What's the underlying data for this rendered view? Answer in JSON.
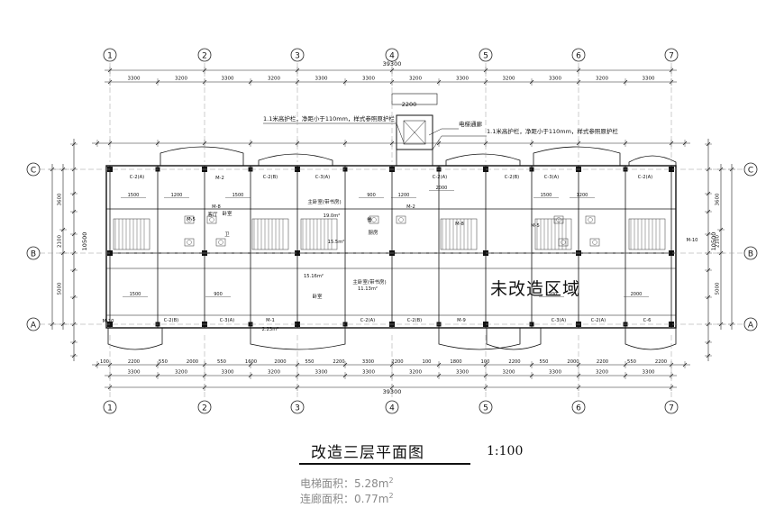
{
  "drawing": {
    "title": "改造三层平面图",
    "scale": "1:100",
    "elevator_area_label": "电梯面积：",
    "elevator_area_value": "5.28m",
    "corridor_area_label": "连廊面积：",
    "corridor_area_value": "0.77m",
    "area_unit_sup": "2",
    "unrenovated_zone": "未改造区域"
  },
  "grid": {
    "columns": [
      "1",
      "2",
      "3",
      "4",
      "5",
      "6",
      "7"
    ],
    "rows": [
      "C",
      "B",
      "A"
    ]
  },
  "dimensions": {
    "top_bays": [
      "3300",
      "3200",
      "3300",
      "3200",
      "3300",
      "3300",
      "3200"
    ],
    "top_total": "39300",
    "bottom_bays": [
      "3300",
      "3200",
      "3300",
      "3200",
      "3300",
      "3300",
      "3200"
    ],
    "bottom_total": "39300",
    "bottom_detail": [
      "100",
      "2200",
      "550",
      "2000",
      "550",
      "1600",
      "2000",
      "550",
      "2200",
      "3300",
      "2200",
      "100",
      "1800",
      "100",
      "2200",
      "550",
      "2000",
      "2200",
      "550",
      "2200"
    ],
    "left_outer": [
      "3600",
      "2100",
      "5000"
    ],
    "left_total": "10500",
    "right_outer": [
      "3600",
      "2100",
      "5000"
    ],
    "right_total": "10500",
    "elevator_width": "2200",
    "side_small": [
      "1500",
      "1200",
      "1500",
      "900",
      "1200",
      "2000"
    ]
  },
  "annotations": {
    "railing_left": "1.1米高护栏，净距小于110mm，样式参照原护栏",
    "railing_right": "1.1米高护栏，净距小于110mm，样式参照原护栏",
    "elevator_passage": "电梯通廊"
  },
  "rooms": {
    "labels": [
      "主卧室(带书房)",
      "客厅",
      "主卧室(带书房)",
      "卧室",
      "卧室",
      "卫",
      "厨房",
      "餐"
    ],
    "areas": [
      "19.0m²",
      "15.5m²",
      "15.16m²",
      "11.13m²",
      "2.23m²"
    ],
    "doors": [
      "M-2",
      "M-8",
      "M-5",
      "M-10",
      "M-1",
      "M-9",
      "C-6"
    ],
    "windows": [
      "C-2(A)",
      "C-2(B)",
      "C-3(A)"
    ]
  }
}
